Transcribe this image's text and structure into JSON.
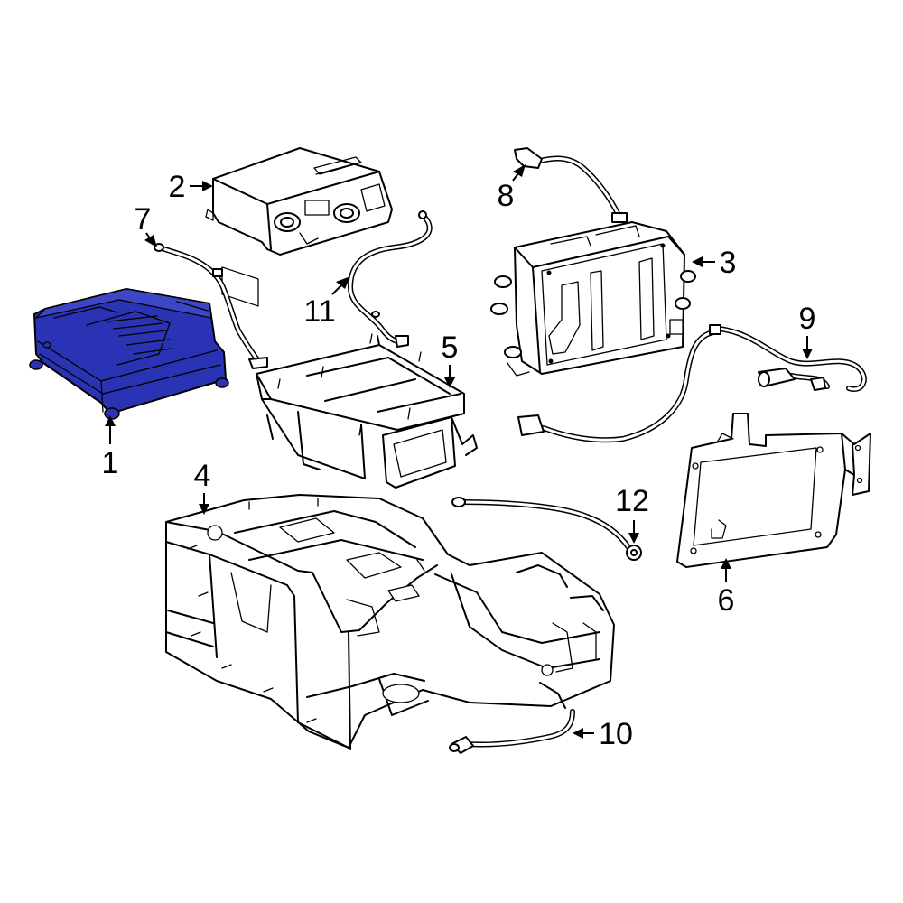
{
  "highlight_color": "#2a33b3",
  "outline_color": "#000000",
  "callouts": [
    {
      "id": "1",
      "label": "1"
    },
    {
      "id": "2",
      "label": "2"
    },
    {
      "id": "3",
      "label": "3"
    },
    {
      "id": "4",
      "label": "4"
    },
    {
      "id": "5",
      "label": "5"
    },
    {
      "id": "6",
      "label": "6"
    },
    {
      "id": "7",
      "label": "7"
    },
    {
      "id": "8",
      "label": "8"
    },
    {
      "id": "9",
      "label": "9"
    },
    {
      "id": "10",
      "label": "10"
    },
    {
      "id": "11",
      "label": "11"
    },
    {
      "id": "12",
      "label": "12"
    }
  ]
}
